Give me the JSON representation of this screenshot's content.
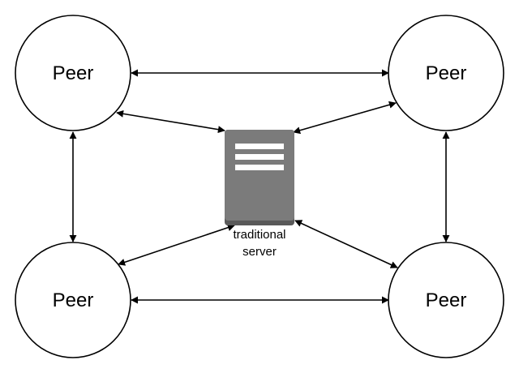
{
  "nodes": {
    "peer_top_left": {
      "label": "Peer"
    },
    "peer_top_right": {
      "label": "Peer"
    },
    "peer_bottom_left": {
      "label": "Peer"
    },
    "peer_bottom_right": {
      "label": "Peer"
    },
    "server": {
      "label_line1": "traditional",
      "label_line2": "server",
      "icon": "server-icon"
    }
  },
  "colors": {
    "stroke": "#000000",
    "server_body": "#7b7b7b",
    "server_base": "#595959",
    "server_stripes": "#ffffff"
  }
}
